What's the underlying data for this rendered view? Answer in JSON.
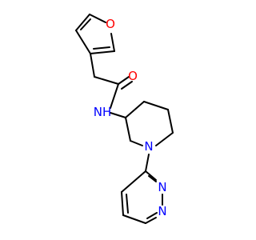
{
  "colors": {
    "background": "#ffffff",
    "bond": "#000000",
    "oxygen": "#ff0000",
    "nitrogen": "#0000ff"
  },
  "labels": {
    "furan_oxygen": "O",
    "carbonyl_oxygen": "O",
    "amide_nh": "NH",
    "piperidine_nitrogen": "N",
    "pyridazine_n1": "N",
    "pyridazine_n2": "N"
  }
}
